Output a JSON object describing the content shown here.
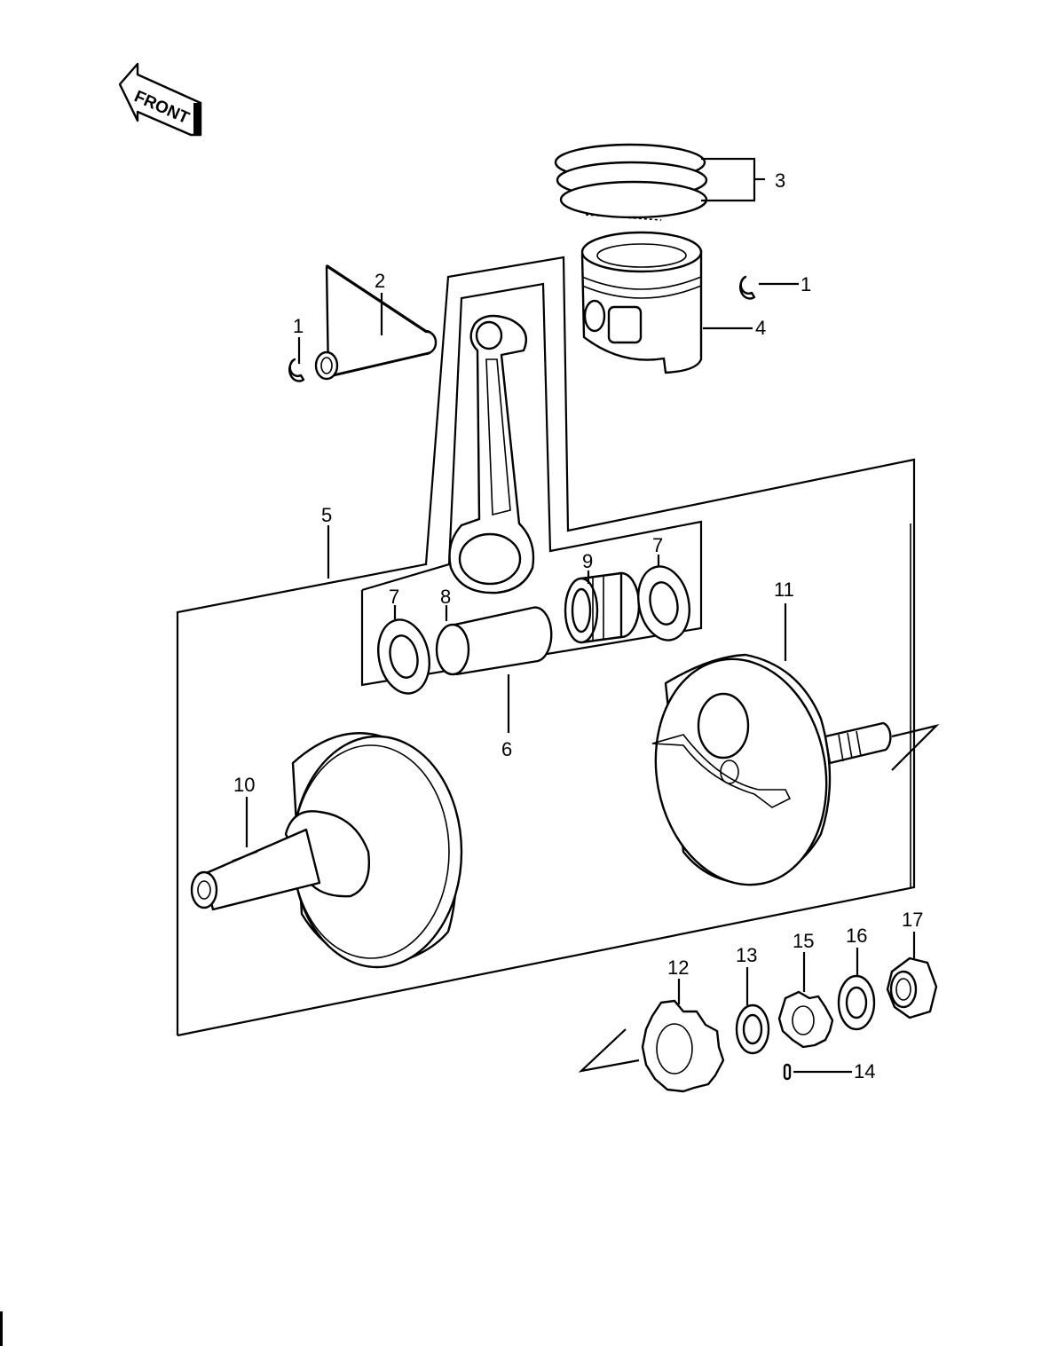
{
  "front_arrow": {
    "label": "FRONT"
  },
  "callouts": {
    "c1a": "1",
    "c1b": "1",
    "c2": "2",
    "c3": "3",
    "c4": "4",
    "c5": "5",
    "c6": "6",
    "c7a": "7",
    "c7b": "7",
    "c8": "8",
    "c9": "9",
    "c10": "10",
    "c11": "11",
    "c12": "12",
    "c13": "13",
    "c14": "14",
    "c15": "15",
    "c16": "16",
    "c17": "17"
  }
}
